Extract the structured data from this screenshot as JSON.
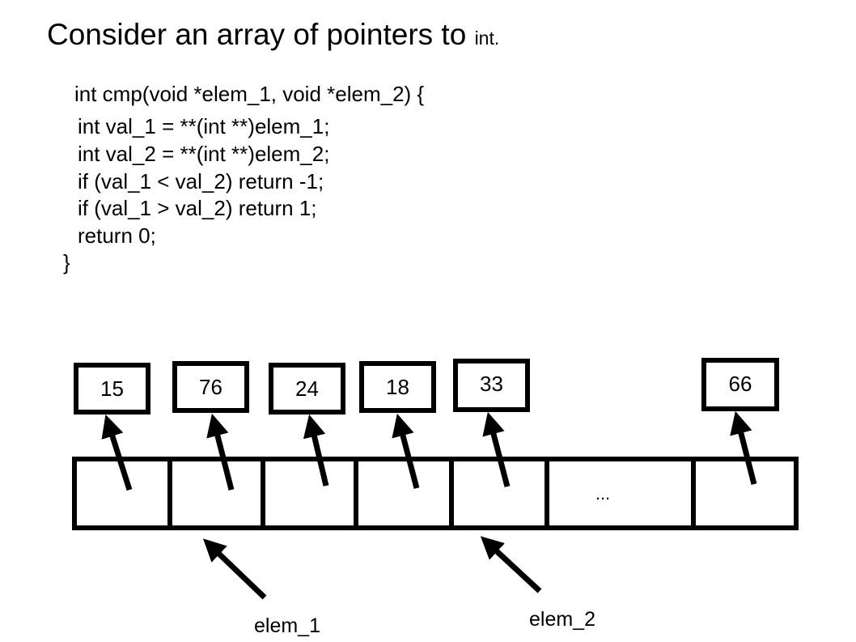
{
  "title": {
    "main": "Consider an array of pointers to ",
    "small": "int."
  },
  "code": [
    "int cmp(void *elem_1, void *elem_2) {",
    "int val_1 = **(int **)elem_1;",
    "int val_2 = **(int **)elem_2;",
    "if (val_1 < val_2) return -1;",
    "if (val_1 > val_2) return 1;",
    "return 0;",
    "}"
  ],
  "values": [
    "15",
    "76",
    "24",
    "18",
    "33",
    "66"
  ],
  "ellipsis": "...",
  "labels": {
    "elem_1": "elem_1",
    "elem_2": "elem_2"
  }
}
